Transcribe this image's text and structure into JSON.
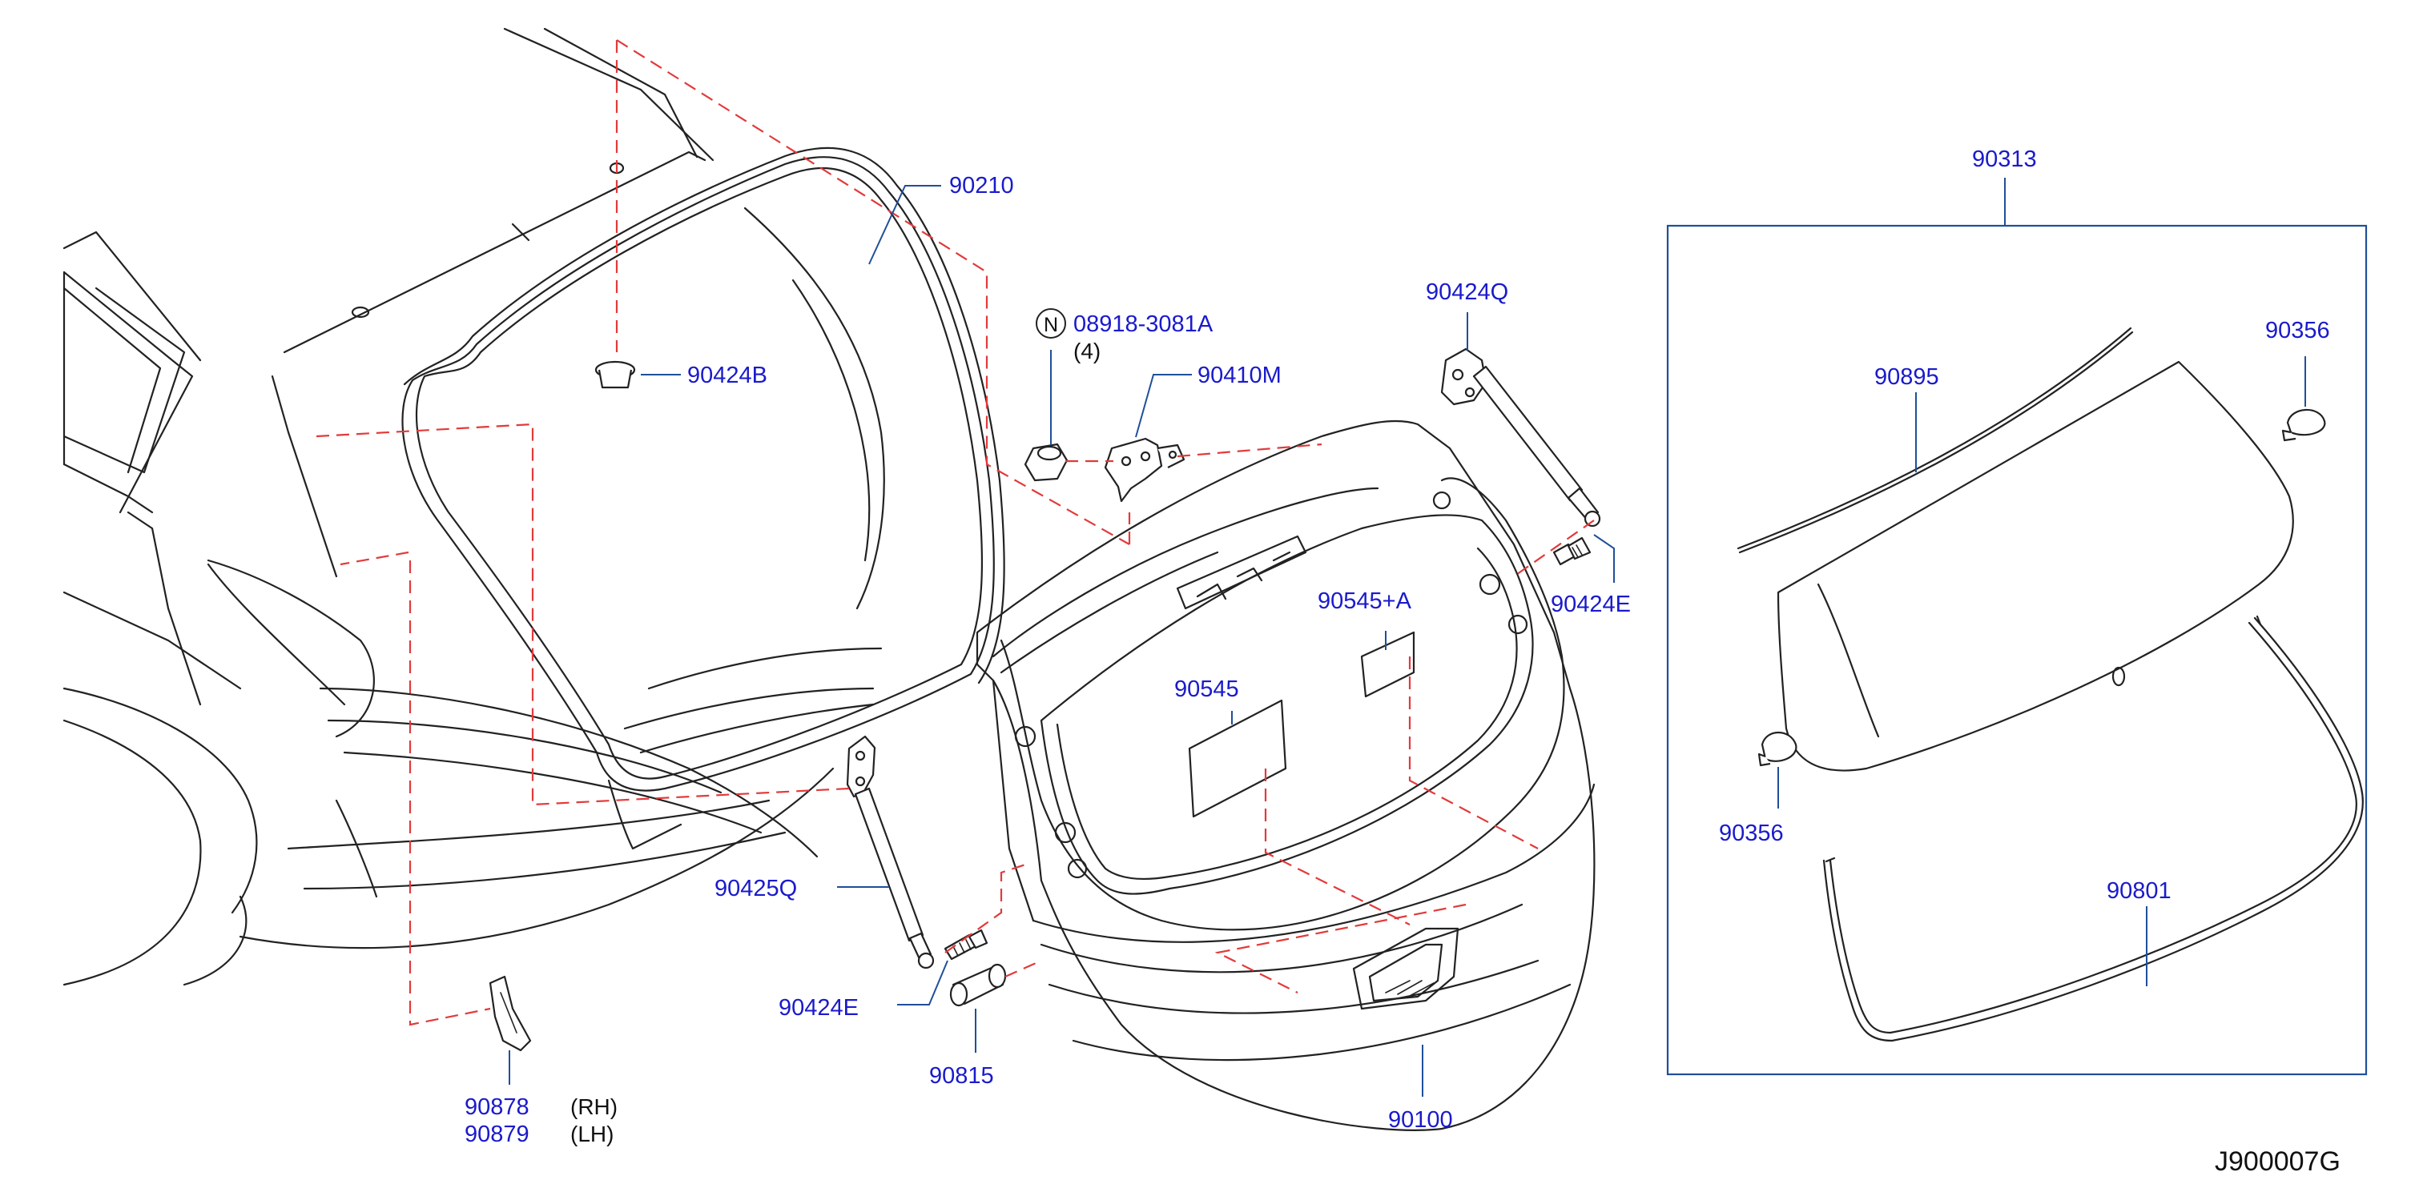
{
  "labels": {
    "p90210": "90210",
    "p90424B": "90424B",
    "pN": "N",
    "p08918": "08918-3081A",
    "qty4": "(4)",
    "p90410M": "90410M",
    "p90424Q": "90424Q",
    "p90424E_right": "90424E",
    "p90545A": "90545+A",
    "p90545": "90545",
    "p90425Q": "90425Q",
    "p90424E_left": "90424E",
    "p90815": "90815",
    "p90100": "90100",
    "p90878": "90878",
    "rh": "(RH)",
    "p90879": "90879",
    "lh": "(LH)",
    "p90313": "90313",
    "p90895": "90895",
    "p90356_top": "90356",
    "p90356_left": "90356",
    "p90801": "90801",
    "diagram_code": "J900007G"
  },
  "colors": {
    "label": "#1a1acc",
    "leader": "#1f4f9a",
    "dash": "#e23a3a",
    "line": "#222222"
  }
}
